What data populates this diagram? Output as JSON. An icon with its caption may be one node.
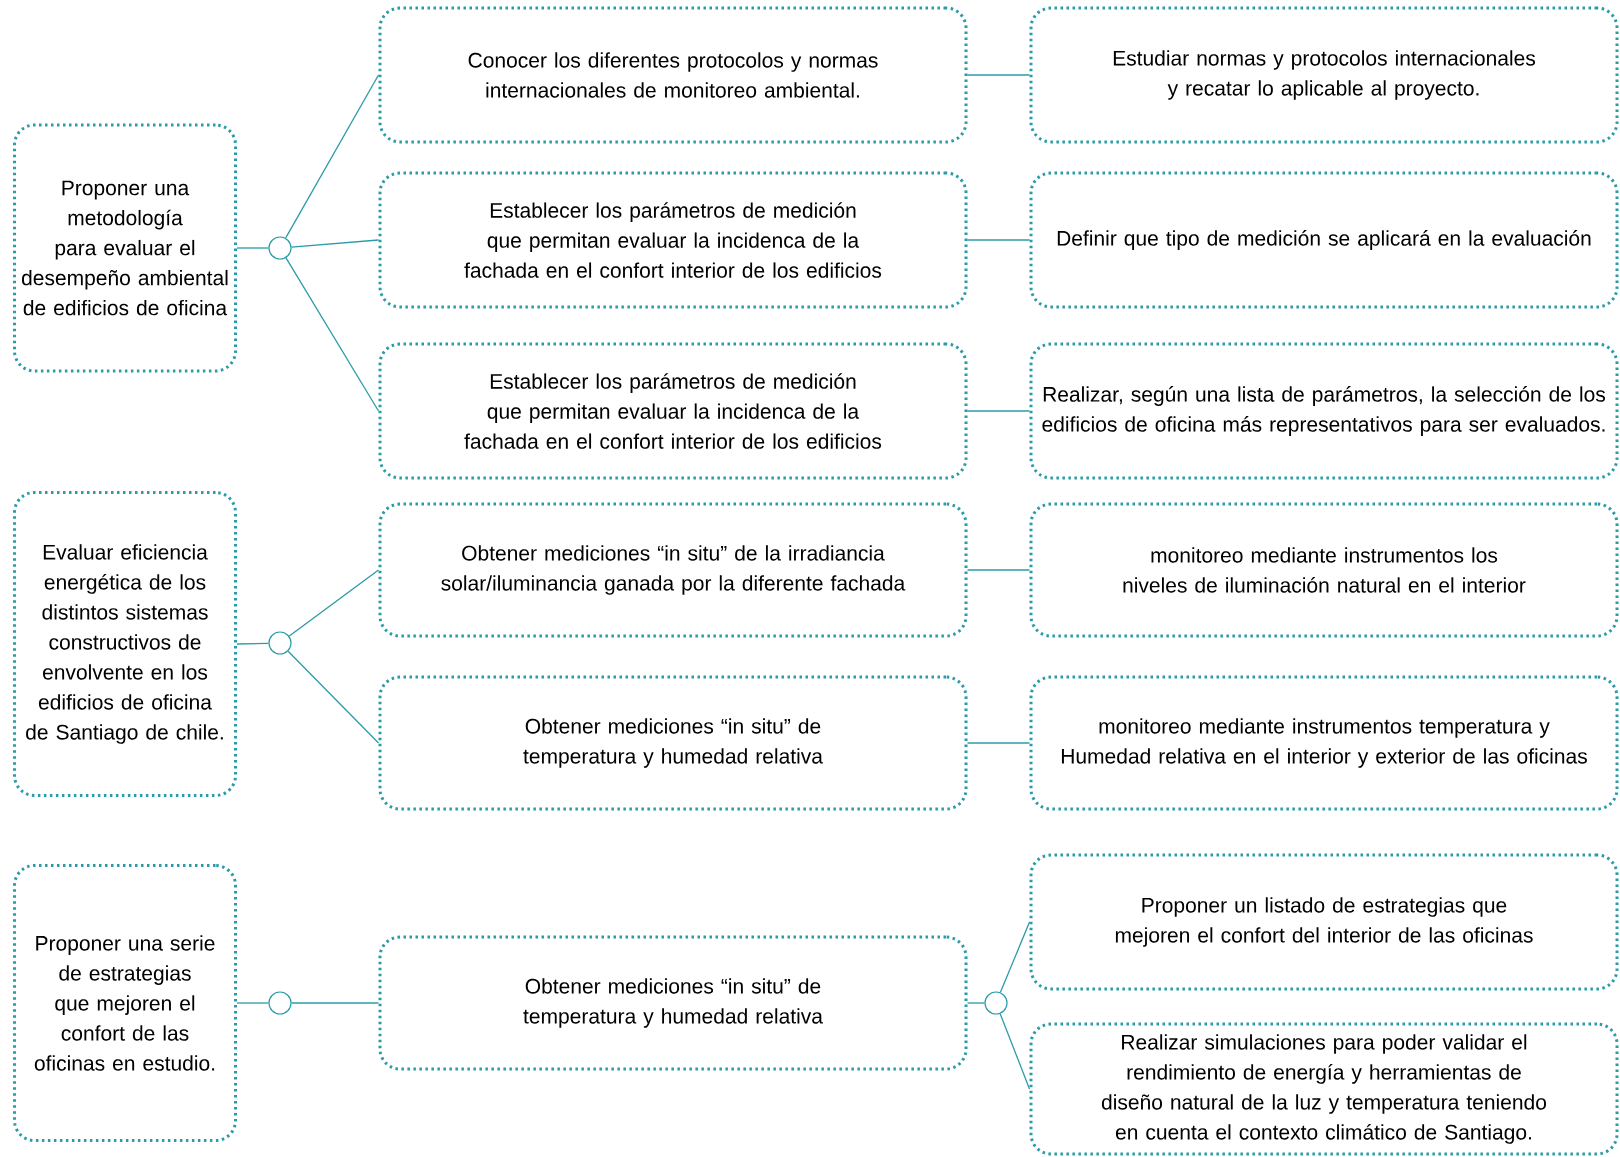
{
  "diagram": {
    "nodes": [
      {
        "text": [
          "Proponer una metodología para evaluar el desempeño ambiental de edificios de oficina"
        ]
      },
      {
        "text": [],
        "shape": "circle"
      },
      {
        "text": [
          "Conocer  los diferentes protocolos y normas internacionales de monitoreo ambiental."
        ]
      },
      {
        "text": [
          "Estudiar normas y protocolos internacionales y recatar lo aplicable al proyecto."
        ]
      },
      {
        "text": [
          "Establecer los parámetros de medición que permitan evaluar la incidenca de la fachada en el confort interior de los edificios"
        ]
      },
      {
        "text": [
          "Definir que tipo de medición se aplicará en la evaluación"
        ]
      },
      {
        "text": [
          "Establecer los parámetros de medición que permitan evaluar la incidenca de la fachada en el confort interior de los edificios"
        ]
      },
      {
        "text": [
          "Realizar, según una lista de parámetros, la selección de los edificios de oficina más representativos para ser evaluados."
        ]
      },
      {
        "text": [
          "Evaluar eficiencia energética de los distintos sistemas constructivos de envolvente en los edificios de oficina de Santiago de chile."
        ]
      },
      {
        "text": [],
        "shape": "circle"
      },
      {
        "text": [
          "Obtener mediciones “in situ” de la irradiancia solar/iluminancia ganada por la diferente fachada"
        ]
      },
      {
        "text": [
          "monitoreo mediante instrumentos los niveles de iluminación natural en el interior"
        ]
      },
      {
        "text": [
          "Obtener mediciones “in situ” de temperatura y humedad relativa"
        ]
      },
      {
        "text": [
          "monitoreo mediante instrumentos temperatura y Humedad relativa en el interior y exterior de las oficinas"
        ]
      },
      {
        "text": [
          "Proponer una serie de estrategias que mejoren el confort de las oficinas en estudio."
        ]
      },
      {
        "text": [],
        "shape": "circle"
      },
      {
        "text": [
          "Obtener mediciones “in situ” de temperatura y humedad relativa"
        ]
      },
      {
        "text": [],
        "shape": "circle"
      },
      {
        "text": [
          "Proponer un listado de estrategias que mejoren el confort del interior de las oficinas"
        ]
      },
      {
        "text": [
          "Realizar simulaciones para poder validar el rendimiento de energía y herramientas de diseño natural de la luz y temperatura teniendo en cuenta el contexto climático de Santiago."
        ]
      }
    ],
    "edges": [
      {
        "from": 0,
        "to": 1,
        "arrow": "none"
      },
      {
        "from": 1,
        "to": 2,
        "arrow": "none"
      },
      {
        "from": 1,
        "to": 4,
        "arrow": "none"
      },
      {
        "from": 1,
        "to": 6,
        "arrow": "none"
      },
      {
        "from": 2,
        "to": 3,
        "arrow": "none"
      },
      {
        "from": 4,
        "to": 5,
        "arrow": "none"
      },
      {
        "from": 6,
        "to": 7,
        "arrow": "none"
      },
      {
        "from": 8,
        "to": 9,
        "arrow": "none"
      },
      {
        "from": 9,
        "to": 10,
        "arrow": "none"
      },
      {
        "from": 9,
        "to": 12,
        "arrow": "none"
      },
      {
        "from": 10,
        "to": 11,
        "arrow": "none"
      },
      {
        "from": 12,
        "to": 13,
        "arrow": "none"
      },
      {
        "from": 14,
        "to": 15,
        "arrow": "none"
      },
      {
        "from": 15,
        "to": 16,
        "arrow": "none"
      },
      {
        "from": 16,
        "to": 17,
        "arrow": "none"
      },
      {
        "from": 17,
        "to": 18,
        "arrow": "none"
      },
      {
        "from": 17,
        "to": 19,
        "arrow": "none"
      }
    ]
  }
}
